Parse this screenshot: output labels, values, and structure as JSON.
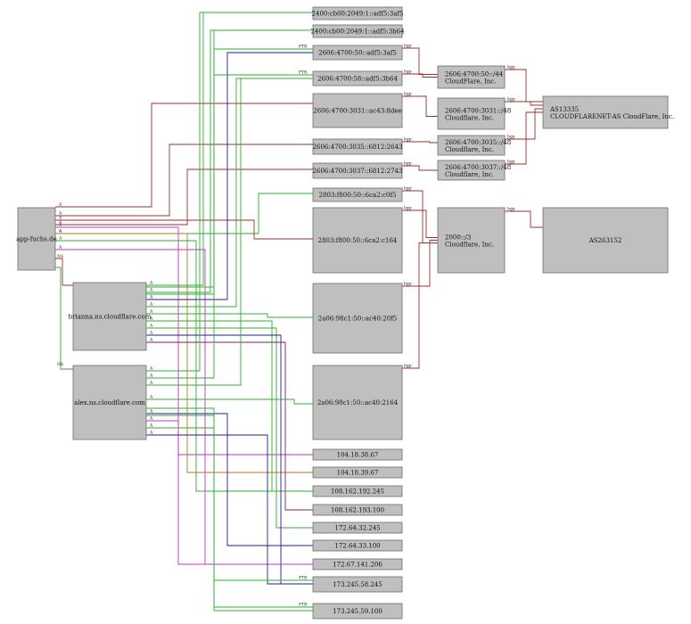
{
  "colors": {
    "A": "#2fae2f",
    "AAAA": "#1f1f8f",
    "PTR": "#2fae2f",
    "bgp": "#a12c2c",
    "NS": "#2fae2f",
    "olive": "#b47a1a",
    "pink": "#c236c2",
    "purple": "#7a1f6b",
    "teal": "#1d8a8a"
  },
  "nodes": [
    {
      "id": "app",
      "label": "app-fuchs.de"
    },
    {
      "id": "brianna",
      "label": "brianna.ns.cloudflare.com"
    },
    {
      "id": "alex",
      "label": "alex.ns.cloudflare.com"
    },
    {
      "id": "v6a",
      "label": "2400:cb00:2049:1::adf5:3af5"
    },
    {
      "id": "v6b",
      "label": "2400:cb00:2049:1::adf5:3b64"
    },
    {
      "id": "v6c",
      "label": "2606:4700:50::adf5:3af5"
    },
    {
      "id": "v6d",
      "label": "2606:4700:58::adf5:3b64"
    },
    {
      "id": "v6e",
      "label": "2606:4700:3031::ac43:8dee"
    },
    {
      "id": "v6f",
      "label": "2606:4700:3035::6812:2643"
    },
    {
      "id": "v6g",
      "label": "2606:4700:3037::6812:2743"
    },
    {
      "id": "v6h",
      "label": "2803:f800:50::6ca2:c0f5"
    },
    {
      "id": "v6i",
      "label": "2803:f800:50::6ca2:c164"
    },
    {
      "id": "v6j",
      "label": "2a06:98c1:50::ac40:20f5"
    },
    {
      "id": "v6k",
      "label": "2a06:98c1:50::ac40:2164"
    },
    {
      "id": "p1",
      "label": "2606:4700:50::/44",
      "sub": "CloudFlare, Inc."
    },
    {
      "id": "p2",
      "label": "2606:4700:3031::/48",
      "sub": "Cloudflare, Inc."
    },
    {
      "id": "p3",
      "label": "2606:4700:3035::/48",
      "sub": "Cloudflare, Inc."
    },
    {
      "id": "p4",
      "label": "2606:4700:3037::/48",
      "sub": "Cloudflare, Inc."
    },
    {
      "id": "p5",
      "label": "2000::/3",
      "sub": "Cloudflare, Inc."
    },
    {
      "id": "as1",
      "label": "AS13335",
      "sub": "CLOUDFLARENET-AS CloudFlare, Inc."
    },
    {
      "id": "as2",
      "label": "AS263152"
    },
    {
      "id": "v4a",
      "label": "104.18.38.67"
    },
    {
      "id": "v4b",
      "label": "104.18.39.67"
    },
    {
      "id": "v4c",
      "label": "108.162.192.245"
    },
    {
      "id": "v4d",
      "label": "108.162.193.100"
    },
    {
      "id": "v4e",
      "label": "172.64.32.245"
    },
    {
      "id": "v4f",
      "label": "172.64.33.100"
    },
    {
      "id": "v4g",
      "label": "172.67.141.206"
    },
    {
      "id": "v4h",
      "label": "173.245.58.245"
    },
    {
      "id": "v4i",
      "label": "173.245.59.100"
    }
  ],
  "edge_labels": {
    "A": "A",
    "PTR": "PTR",
    "NS": "NS",
    "bgp": "bgp"
  }
}
